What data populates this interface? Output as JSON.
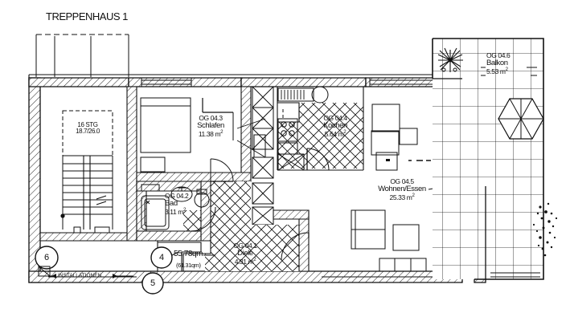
{
  "document": {
    "type": "architectural-floor-plan",
    "title": "TREPPENHAUS 1",
    "units": "m²",
    "line_color": "#111111",
    "background_color": "#ffffff"
  },
  "stairwell": {
    "label": "TREPPENHAUS 1",
    "stair_count_line": "16 STG",
    "stair_dimension_line": "18.7/26.0"
  },
  "rooms": [
    {
      "code": "OG 04.1",
      "name": "Diele",
      "area": "4.31",
      "unit": "m²"
    },
    {
      "code": "OG 04.2",
      "name": "Bad",
      "area": "3.11",
      "unit": "m²"
    },
    {
      "code": "OG 04.3",
      "name": "Schlafen",
      "area": "11.38",
      "unit": "m²"
    },
    {
      "code": "OG 04.4",
      "name": "Kochen",
      "area": "5.64",
      "unit": "m²"
    },
    {
      "code": "OG 04.5",
      "name": "Wohnen/Essen",
      "area": "25.33",
      "unit": "m²"
    },
    {
      "code": "OG 04.6",
      "name": "Balkon",
      "area": "5.53",
      "unit": "m²"
    }
  ],
  "totals": {
    "living_area": "55.78qm",
    "gross_area": "(61.31qm)"
  },
  "annotations": {
    "installations": "INSTALLATIONEN"
  },
  "markers": [
    {
      "id": "marker-6",
      "value": "6"
    },
    {
      "id": "marker-4",
      "value": "4"
    },
    {
      "id": "marker-5",
      "value": "5"
    }
  ]
}
